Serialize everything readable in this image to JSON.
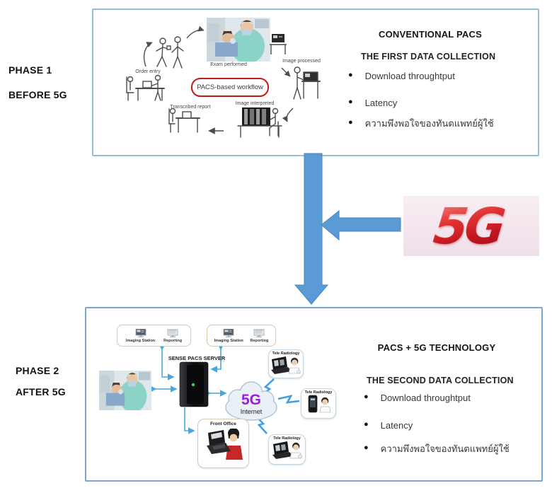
{
  "phases": {
    "p1a": "PHASE 1",
    "p1b": "BEFORE 5G",
    "p2a": "PHASE 2",
    "p2b": "AFTER 5G"
  },
  "top_box": {
    "workflow": {
      "order_entry": "Order entry",
      "exam_performed": "Exam performed",
      "image_processed": "Image processed",
      "pacs_based_workflow": "PACS-based workflow",
      "image_interpreted": "Image interpreted",
      "transcribed_report": "Transcribed report"
    },
    "title": "CONVENTIONAL PACS",
    "subtitle": "THE FIRST DATA COLLECTION",
    "bullets": [
      "Download throughtput",
      "Latency",
      "ความพึงพอใจของทันตแพทย์ผู้ใช้"
    ]
  },
  "middle": {
    "logo": "5G"
  },
  "bottom_box": {
    "diagram": {
      "imaging_station": "Imaging Station",
      "reporting": "Reporting",
      "server": "SENSE PACS SERVER",
      "cloud_5g": "5G",
      "cloud_internet": "Internet",
      "front_office": "Front Office",
      "tele_radiology": "Tele Radiology"
    },
    "title": "PACS + 5G TECHNOLOGY",
    "subtitle": "THE SECOND DATA COLLECTION",
    "bullets": [
      "Download throughtput",
      "Latency",
      "ความพึงพอใจของทันตแพทย์ผู้ใช้"
    ]
  },
  "colors": {
    "frame_border_top": "#93bfdf",
    "frame_border_bottom": "#79a6d2",
    "arrow_blue": "#5B9BD5",
    "logo_red": "#C2141F",
    "cloud_5g_purple": "#9a1fd8",
    "workflow_pill_red": "#c21919"
  }
}
